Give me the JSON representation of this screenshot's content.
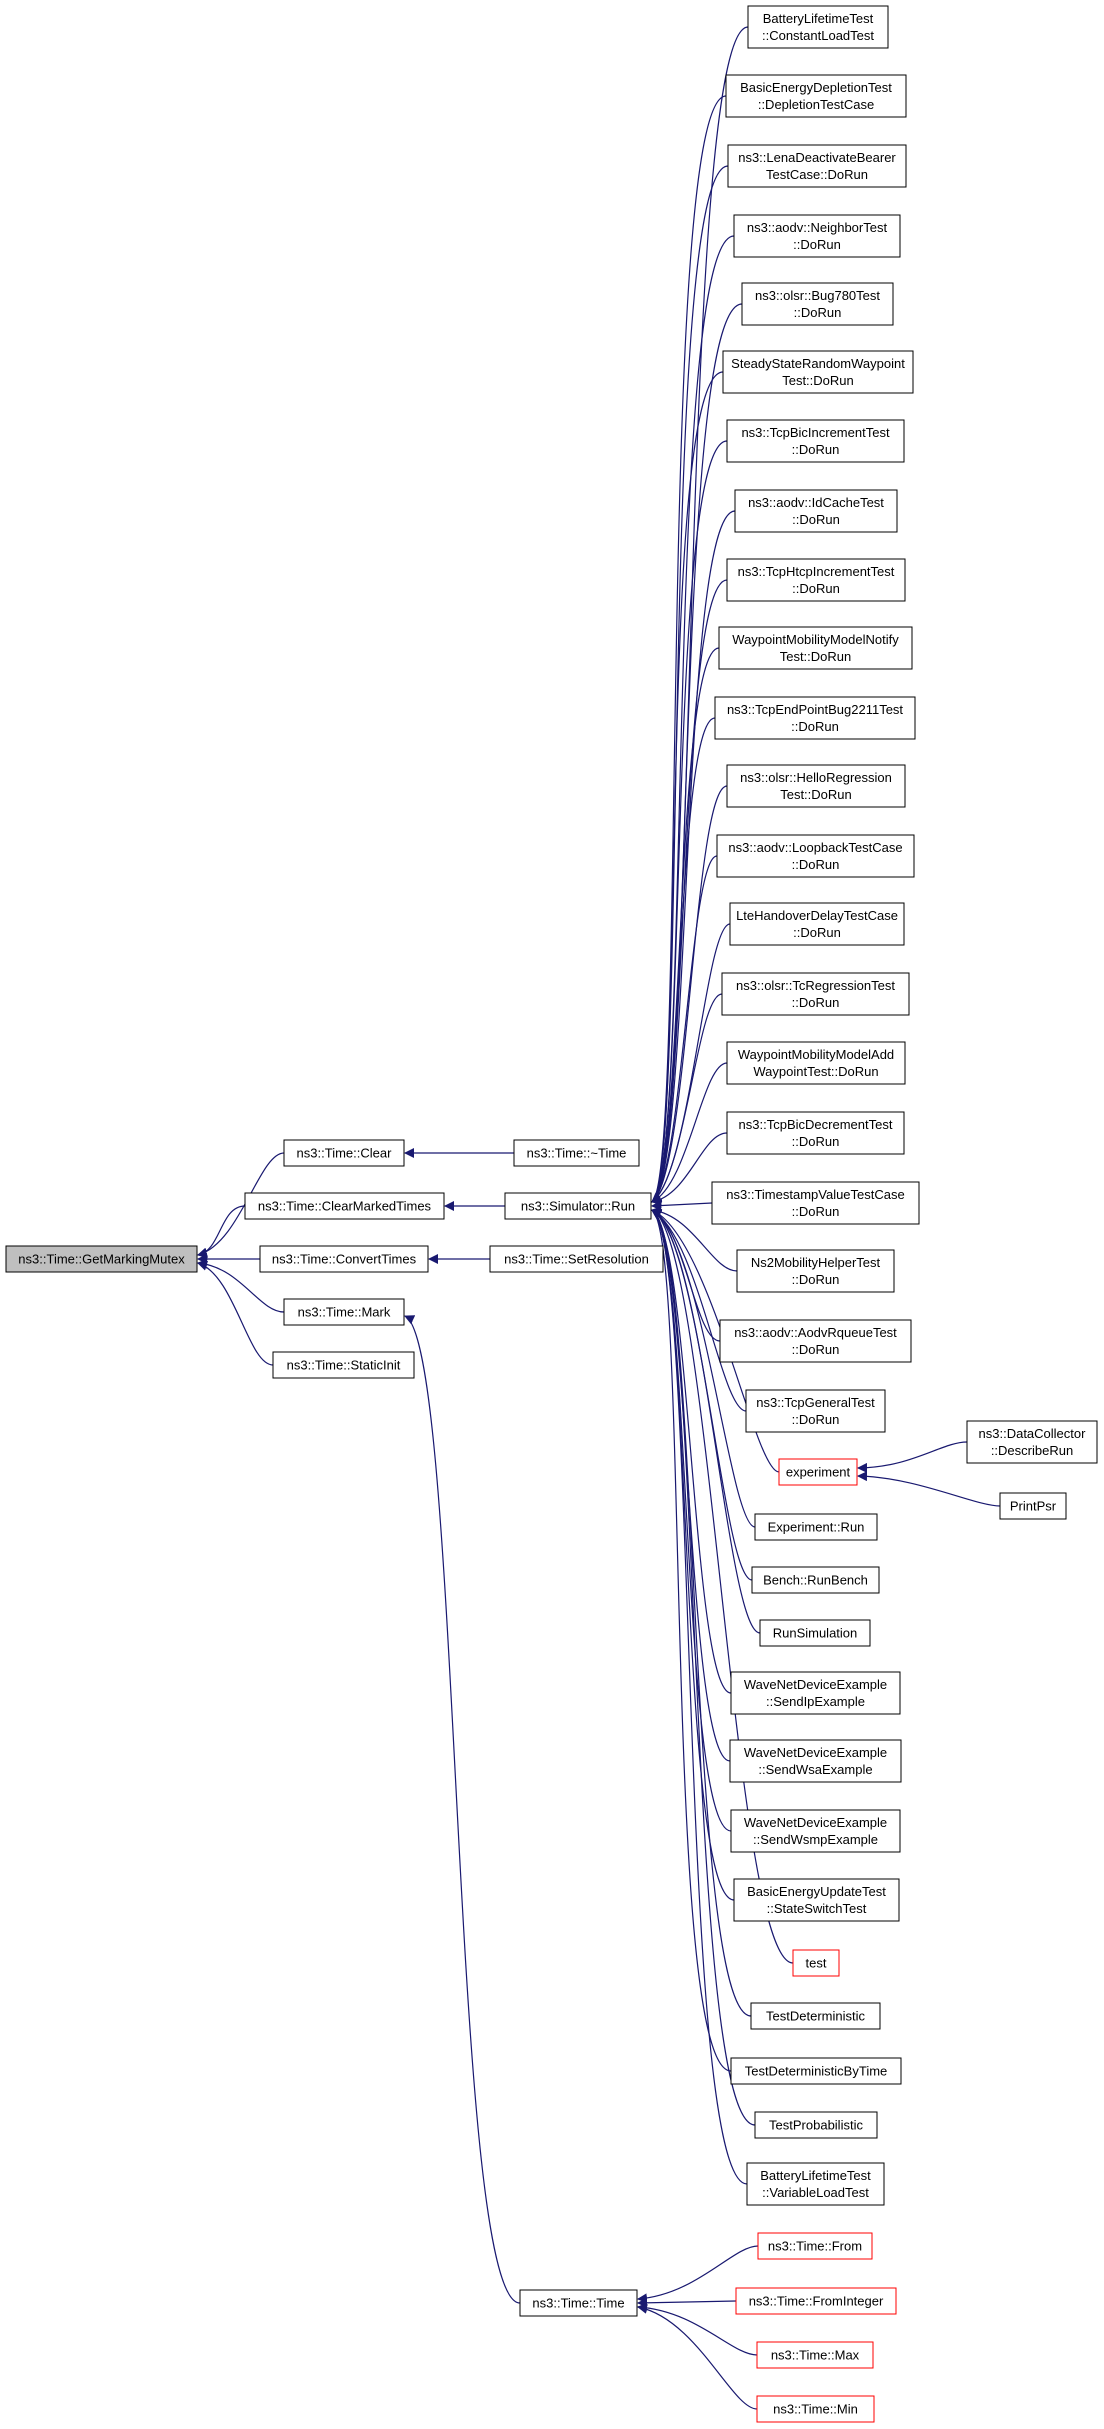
{
  "colors": {
    "edge": "#191970",
    "box_border": "#000000",
    "box_border_truncated": "#ff0000",
    "focus_fill": "#bfbfbf",
    "background": "#ffffff"
  },
  "nodes": [
    {
      "id": "getmarkingmutex",
      "lines": [
        "ns3::Time::GetMarkingMutex"
      ],
      "focus": true
    },
    {
      "id": "clear",
      "lines": [
        "ns3::Time::Clear"
      ]
    },
    {
      "id": "clearmarkedtimes",
      "lines": [
        "ns3::Time::ClearMarkedTimes"
      ]
    },
    {
      "id": "converttimes",
      "lines": [
        "ns3::Time::ConvertTimes"
      ]
    },
    {
      "id": "mark",
      "lines": [
        "ns3::Time::Mark"
      ]
    },
    {
      "id": "staticinit",
      "lines": [
        "ns3::Time::StaticInit"
      ]
    },
    {
      "id": "dtor",
      "lines": [
        "ns3::Time::~Time"
      ]
    },
    {
      "id": "simrun",
      "lines": [
        "ns3::Simulator::Run"
      ]
    },
    {
      "id": "setresolution",
      "lines": [
        "ns3::Time::SetResolution"
      ]
    },
    {
      "id": "time",
      "lines": [
        "ns3::Time::Time"
      ]
    },
    {
      "id": "c1",
      "lines": [
        "BatteryLifetimeTest",
        "::ConstantLoadTest"
      ]
    },
    {
      "id": "c2",
      "lines": [
        "BasicEnergyDepletionTest",
        "::DepletionTestCase"
      ]
    },
    {
      "id": "c3",
      "lines": [
        "ns3::LenaDeactivateBearer",
        "TestCase::DoRun"
      ]
    },
    {
      "id": "c4",
      "lines": [
        "ns3::aodv::NeighborTest",
        "::DoRun"
      ]
    },
    {
      "id": "c5",
      "lines": [
        "ns3::olsr::Bug780Test",
        "::DoRun"
      ]
    },
    {
      "id": "c6",
      "lines": [
        "SteadyStateRandomWaypoint",
        "Test::DoRun"
      ]
    },
    {
      "id": "c7",
      "lines": [
        "ns3::TcpBicIncrementTest",
        "::DoRun"
      ]
    },
    {
      "id": "c8",
      "lines": [
        "ns3::aodv::IdCacheTest",
        "::DoRun"
      ]
    },
    {
      "id": "c9",
      "lines": [
        "ns3::TcpHtcpIncrementTest",
        "::DoRun"
      ]
    },
    {
      "id": "c10",
      "lines": [
        "WaypointMobilityModelNotify",
        "Test::DoRun"
      ]
    },
    {
      "id": "c11",
      "lines": [
        "ns3::TcpEndPointBug2211Test",
        "::DoRun"
      ]
    },
    {
      "id": "c12",
      "lines": [
        "ns3::olsr::HelloRegression",
        "Test::DoRun"
      ]
    },
    {
      "id": "c13",
      "lines": [
        "ns3::aodv::LoopbackTestCase",
        "::DoRun"
      ]
    },
    {
      "id": "c14",
      "lines": [
        "LteHandoverDelayTestCase",
        "::DoRun"
      ]
    },
    {
      "id": "c15",
      "lines": [
        "ns3::olsr::TcRegressionTest",
        "::DoRun"
      ]
    },
    {
      "id": "c16",
      "lines": [
        "WaypointMobilityModelAdd",
        "WaypointTest::DoRun"
      ]
    },
    {
      "id": "c17",
      "lines": [
        "ns3::TcpBicDecrementTest",
        "::DoRun"
      ]
    },
    {
      "id": "c18",
      "lines": [
        "ns3::TimestampValueTestCase",
        "::DoRun"
      ]
    },
    {
      "id": "c19",
      "lines": [
        "Ns2MobilityHelperTest",
        "::DoRun"
      ]
    },
    {
      "id": "c20",
      "lines": [
        "ns3::aodv::AodvRqueueTest",
        "::DoRun"
      ]
    },
    {
      "id": "c21",
      "lines": [
        "ns3::TcpGeneralTest",
        "::DoRun"
      ]
    },
    {
      "id": "c22",
      "lines": [
        "experiment"
      ],
      "truncated": true
    },
    {
      "id": "c23",
      "lines": [
        "Experiment::Run"
      ]
    },
    {
      "id": "c24",
      "lines": [
        "Bench::RunBench"
      ]
    },
    {
      "id": "c25",
      "lines": [
        "RunSimulation"
      ]
    },
    {
      "id": "c26",
      "lines": [
        "WaveNetDeviceExample",
        "::SendIpExample"
      ]
    },
    {
      "id": "c27",
      "lines": [
        "WaveNetDeviceExample",
        "::SendWsaExample"
      ]
    },
    {
      "id": "c28",
      "lines": [
        "WaveNetDeviceExample",
        "::SendWsmpExample"
      ]
    },
    {
      "id": "c29",
      "lines": [
        "BasicEnergyUpdateTest",
        "::StateSwitchTest"
      ]
    },
    {
      "id": "c30",
      "lines": [
        "test"
      ],
      "truncated": true
    },
    {
      "id": "c31",
      "lines": [
        "TestDeterministic"
      ]
    },
    {
      "id": "c32",
      "lines": [
        "TestDeterministicByTime"
      ]
    },
    {
      "id": "c33",
      "lines": [
        "TestProbabilistic"
      ]
    },
    {
      "id": "c34",
      "lines": [
        "BatteryLifetimeTest",
        "::VariableLoadTest"
      ]
    },
    {
      "id": "datacollector",
      "lines": [
        "ns3::DataCollector",
        "::DescribeRun"
      ]
    },
    {
      "id": "printpsr",
      "lines": [
        "PrintPsr"
      ]
    },
    {
      "id": "from",
      "lines": [
        "ns3::Time::From"
      ],
      "truncated": true
    },
    {
      "id": "frominteger",
      "lines": [
        "ns3::Time::FromInteger"
      ],
      "truncated": true
    },
    {
      "id": "max",
      "lines": [
        "ns3::Time::Max"
      ],
      "truncated": true
    },
    {
      "id": "min",
      "lines": [
        "ns3::Time::Min"
      ],
      "truncated": true
    }
  ],
  "edges": [
    {
      "from": "clear",
      "to": "getmarkingmutex"
    },
    {
      "from": "clearmarkedtimes",
      "to": "getmarkingmutex"
    },
    {
      "from": "converttimes",
      "to": "getmarkingmutex"
    },
    {
      "from": "mark",
      "to": "getmarkingmutex"
    },
    {
      "from": "staticinit",
      "to": "getmarkingmutex"
    },
    {
      "from": "dtor",
      "to": "clear"
    },
    {
      "from": "simrun",
      "to": "clearmarkedtimes"
    },
    {
      "from": "setresolution",
      "to": "converttimes"
    },
    {
      "from": "time",
      "to": "mark"
    },
    {
      "from": "c1",
      "to": "simrun"
    },
    {
      "from": "c2",
      "to": "simrun"
    },
    {
      "from": "c3",
      "to": "simrun"
    },
    {
      "from": "c4",
      "to": "simrun"
    },
    {
      "from": "c5",
      "to": "simrun"
    },
    {
      "from": "c6",
      "to": "simrun"
    },
    {
      "from": "c7",
      "to": "simrun"
    },
    {
      "from": "c8",
      "to": "simrun"
    },
    {
      "from": "c9",
      "to": "simrun"
    },
    {
      "from": "c10",
      "to": "simrun"
    },
    {
      "from": "c11",
      "to": "simrun"
    },
    {
      "from": "c12",
      "to": "simrun"
    },
    {
      "from": "c13",
      "to": "simrun"
    },
    {
      "from": "c14",
      "to": "simrun"
    },
    {
      "from": "c15",
      "to": "simrun"
    },
    {
      "from": "c16",
      "to": "simrun"
    },
    {
      "from": "c17",
      "to": "simrun"
    },
    {
      "from": "c18",
      "to": "simrun"
    },
    {
      "from": "c19",
      "to": "simrun"
    },
    {
      "from": "c20",
      "to": "simrun"
    },
    {
      "from": "c21",
      "to": "simrun"
    },
    {
      "from": "c22",
      "to": "simrun"
    },
    {
      "from": "c23",
      "to": "simrun"
    },
    {
      "from": "c24",
      "to": "simrun"
    },
    {
      "from": "c25",
      "to": "simrun"
    },
    {
      "from": "c26",
      "to": "simrun"
    },
    {
      "from": "c27",
      "to": "simrun"
    },
    {
      "from": "c28",
      "to": "simrun"
    },
    {
      "from": "c29",
      "to": "simrun"
    },
    {
      "from": "c30",
      "to": "simrun"
    },
    {
      "from": "c31",
      "to": "simrun"
    },
    {
      "from": "c32",
      "to": "simrun"
    },
    {
      "from": "c33",
      "to": "simrun"
    },
    {
      "from": "c34",
      "to": "simrun"
    },
    {
      "from": "dtor",
      "to": "simrun"
    },
    {
      "from": "datacollector",
      "to": "c22"
    },
    {
      "from": "printpsr",
      "to": "c22"
    },
    {
      "from": "from",
      "to": "time"
    },
    {
      "from": "frominteger",
      "to": "time"
    },
    {
      "from": "max",
      "to": "time"
    },
    {
      "from": "min",
      "to": "time"
    }
  ]
}
